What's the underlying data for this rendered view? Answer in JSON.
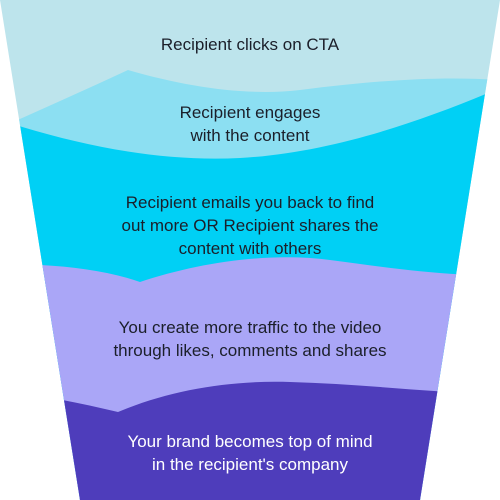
{
  "stages": [
    {
      "label": "Recipient clicks on CTA",
      "color": "#bde4ec"
    },
    {
      "label": "Recipient engages\nwith the content",
      "color": "#8cdff2"
    },
    {
      "label": "Recipient emails you back to find\nout more OR Recipient shares the\ncontent with others",
      "color": "#00d0f5"
    },
    {
      "label": "You create more traffic to the video\nthrough likes, comments and shares",
      "color": "#aaa6f7"
    },
    {
      "label": "Your brand becomes top of mind\nin the recipient's company",
      "color": "#4e3dbb"
    }
  ]
}
